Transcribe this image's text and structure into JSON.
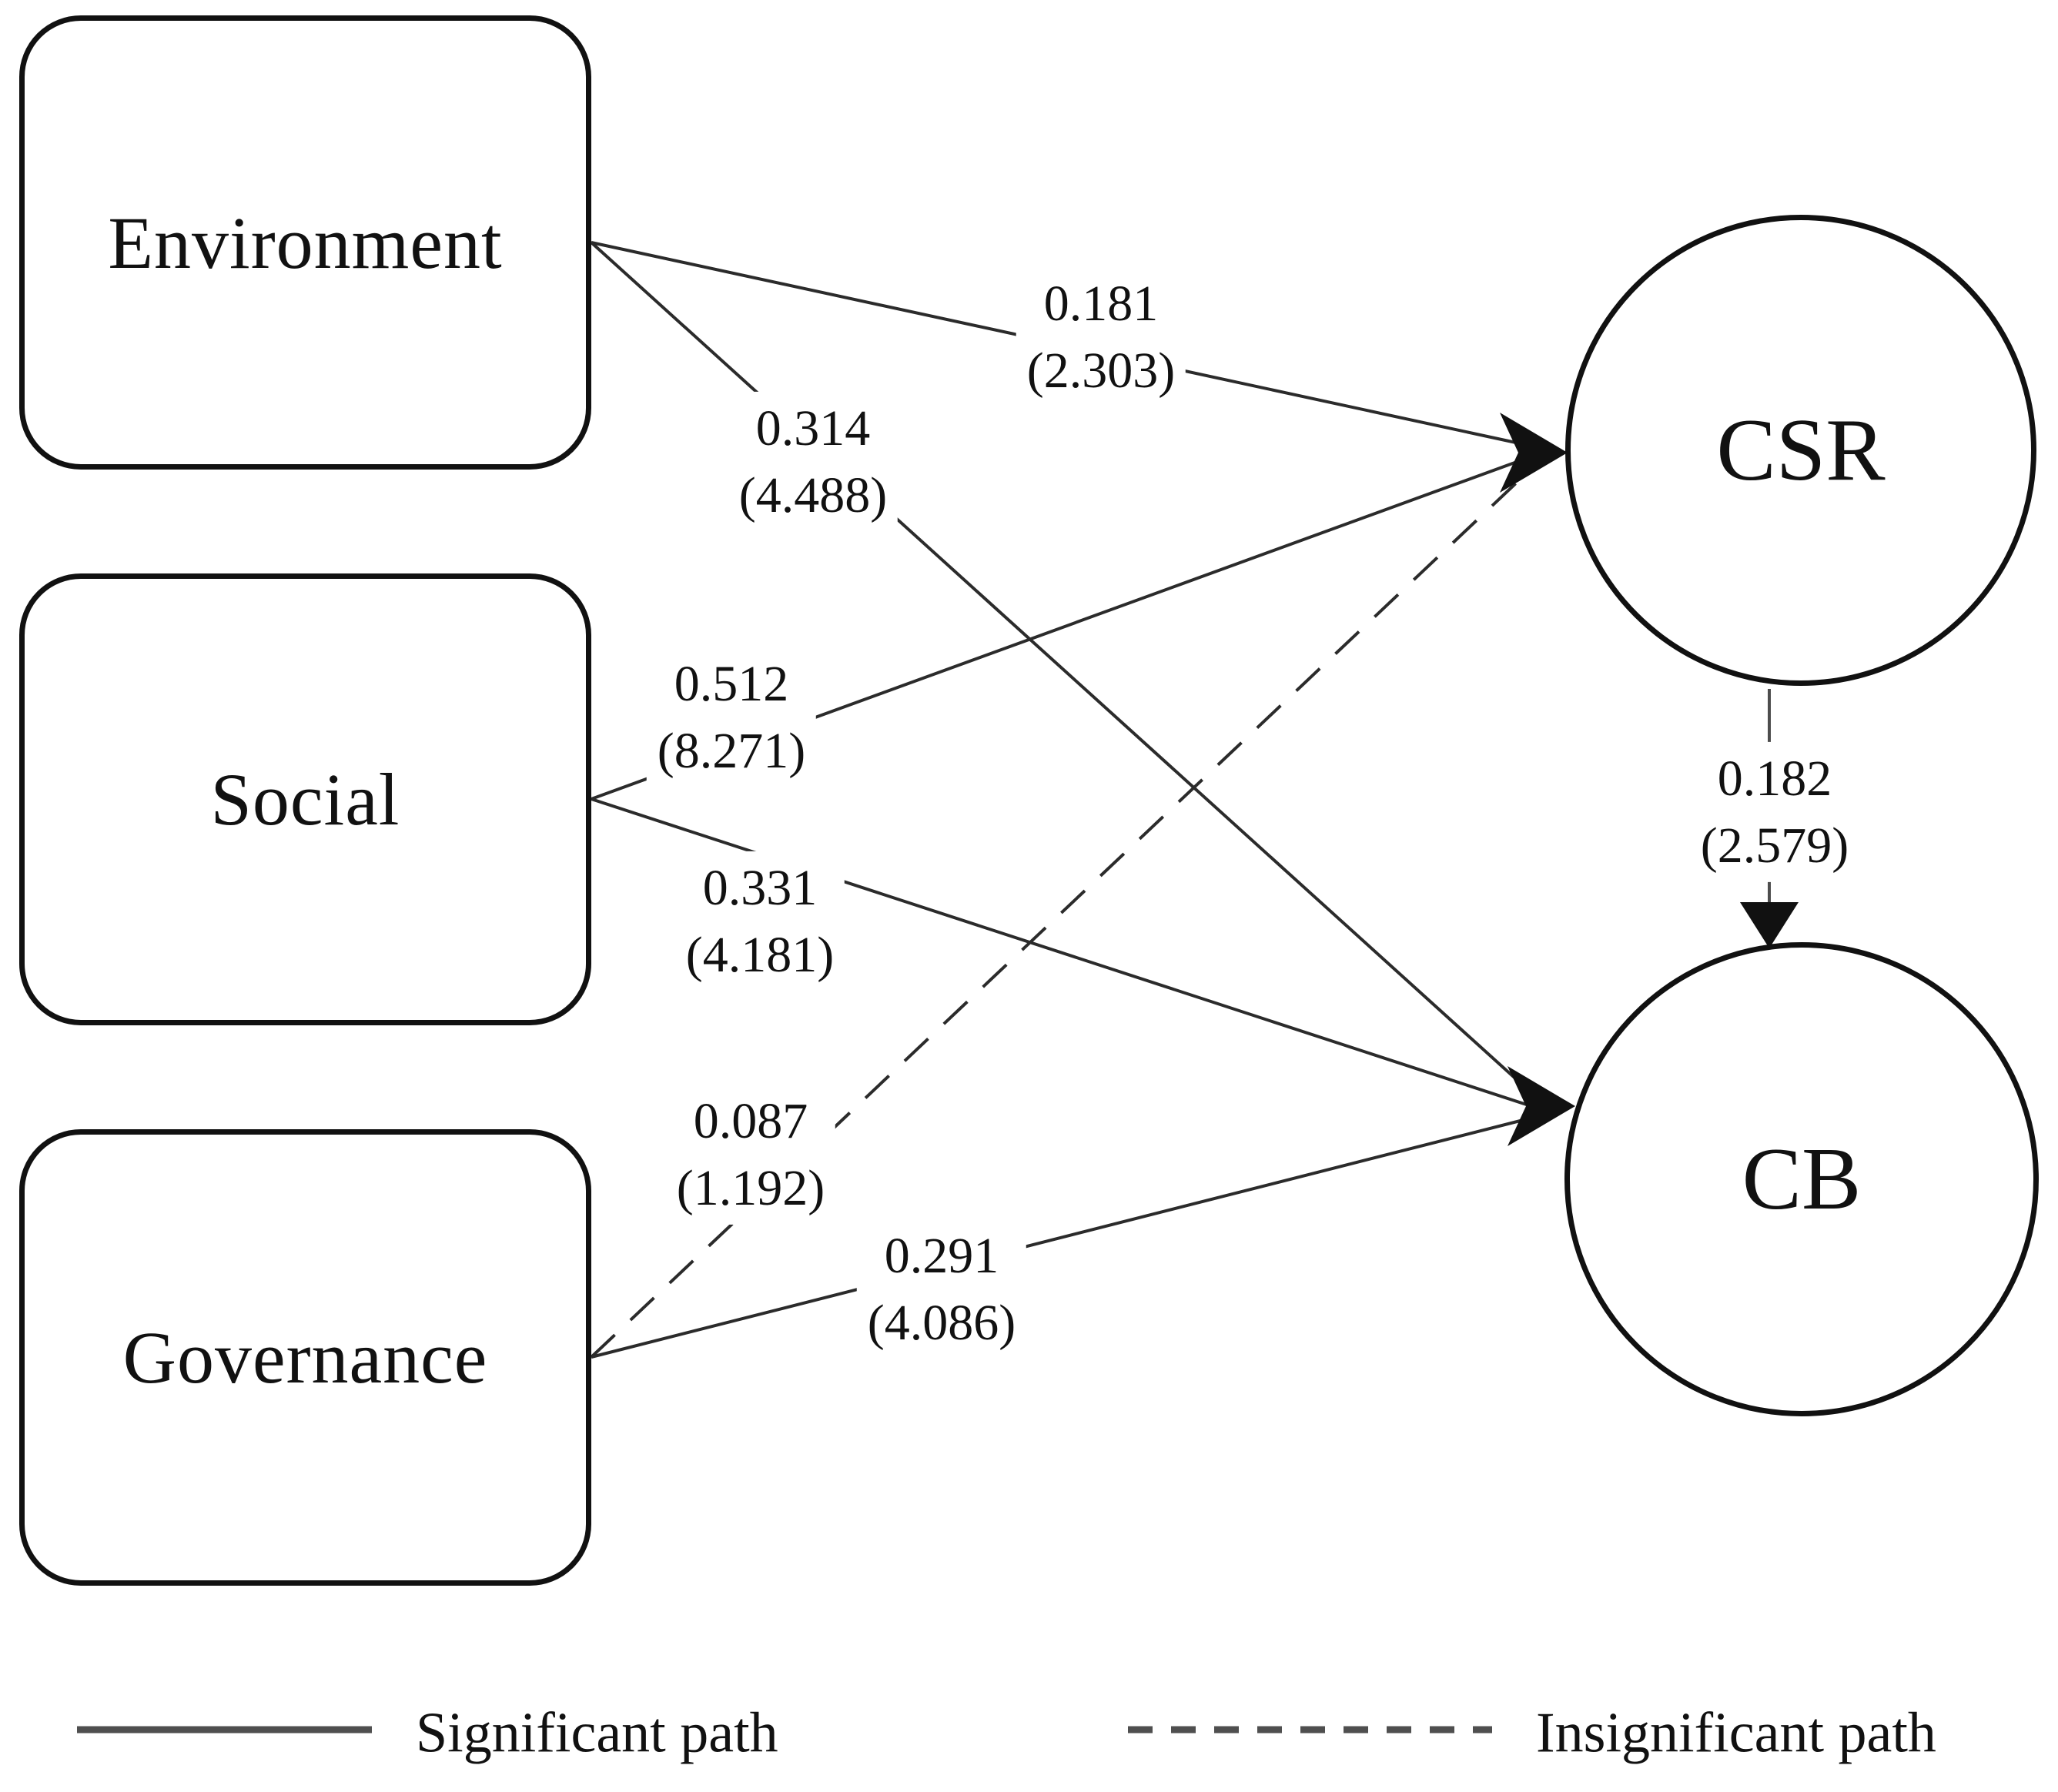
{
  "nodes": {
    "environment": {
      "label": "Environment",
      "shape": "rounded-rect"
    },
    "social": {
      "label": "Social",
      "shape": "rounded-rect"
    },
    "governance": {
      "label": "Governance",
      "shape": "rounded-rect"
    },
    "csr": {
      "label": "CSR",
      "shape": "circle"
    },
    "cb": {
      "label": "CB",
      "shape": "circle"
    }
  },
  "paths": [
    {
      "from": "Environment",
      "to": "CSR",
      "coefficient": "0.181",
      "t_value": "(2.303)",
      "style": "solid",
      "significant": true
    },
    {
      "from": "Environment",
      "to": "CB",
      "coefficient": "0.314",
      "t_value": "(4.488)",
      "style": "solid",
      "significant": true
    },
    {
      "from": "Social",
      "to": "CSR",
      "coefficient": "0.512",
      "t_value": "(8.271)",
      "style": "solid",
      "significant": true
    },
    {
      "from": "Social",
      "to": "CB",
      "coefficient": "0.331",
      "t_value": "(4.181)",
      "style": "solid",
      "significant": true
    },
    {
      "from": "Governance",
      "to": "CSR",
      "coefficient": "0.087",
      "t_value": "(1.192)",
      "style": "dashed",
      "significant": false
    },
    {
      "from": "Governance",
      "to": "CB",
      "coefficient": "0.291",
      "t_value": "(4.086)",
      "style": "solid",
      "significant": true
    },
    {
      "from": "CSR",
      "to": "CB",
      "coefficient": "0.182",
      "t_value": "(2.579)",
      "style": "solid",
      "significant": true
    }
  ],
  "legend": {
    "significant_label": "Significant path",
    "insignificant_label": "Insignificant path"
  },
  "colors": {
    "background": "#ffffff",
    "ink": "#111111",
    "path_line": "#2b2b2b",
    "mediator_line": "#4d4d4d",
    "legend_line": "#4f4f4f"
  }
}
